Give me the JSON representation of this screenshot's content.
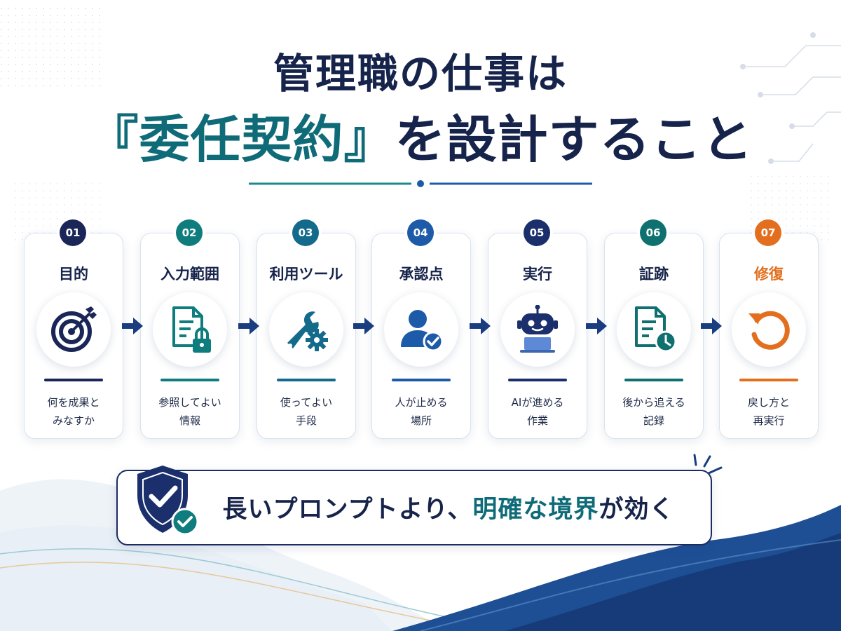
{
  "title": {
    "line1": "管理職の仕事は",
    "line2_accent": "『委任契約』",
    "line2_rest": "を設計すること"
  },
  "colors": {
    "navy": "#16234a",
    "teal": "#0f6b78",
    "blue": "#1d5ba8",
    "orange": "#e36f1e"
  },
  "steps": [
    {
      "num": "01",
      "title": "目的",
      "desc1": "何を成果と",
      "desc2": "みなすか",
      "icon": "target-icon",
      "color": "#1a2657"
    },
    {
      "num": "02",
      "title": "入力範囲",
      "desc1": "参照してよい",
      "desc2": "情報",
      "icon": "document-lock-icon",
      "color": "#0f7d7e"
    },
    {
      "num": "03",
      "title": "利用ツール",
      "desc1": "使ってよい",
      "desc2": "手段",
      "icon": "wrench-gear-icon",
      "color": "#146a8a"
    },
    {
      "num": "04",
      "title": "承認点",
      "desc1": "人が止める",
      "desc2": "場所",
      "icon": "user-check-icon",
      "color": "#1d5ba8"
    },
    {
      "num": "05",
      "title": "実行",
      "desc1": "AIが進める",
      "desc2": "作業",
      "icon": "robot-icon",
      "color": "#1a2f6b"
    },
    {
      "num": "06",
      "title": "証跡",
      "desc1": "後から追える",
      "desc2": "記録",
      "icon": "document-clock-icon",
      "color": "#0f7070"
    },
    {
      "num": "07",
      "title": "修復",
      "desc1": "戻し方と",
      "desc2": "再実行",
      "icon": "restore-icon",
      "color": "#e36f1e"
    }
  ],
  "banner": {
    "text_before": "長いプロンプトより、",
    "text_highlight": "明確な境界",
    "text_after": "が効く",
    "icon": "shield-check-icon"
  }
}
